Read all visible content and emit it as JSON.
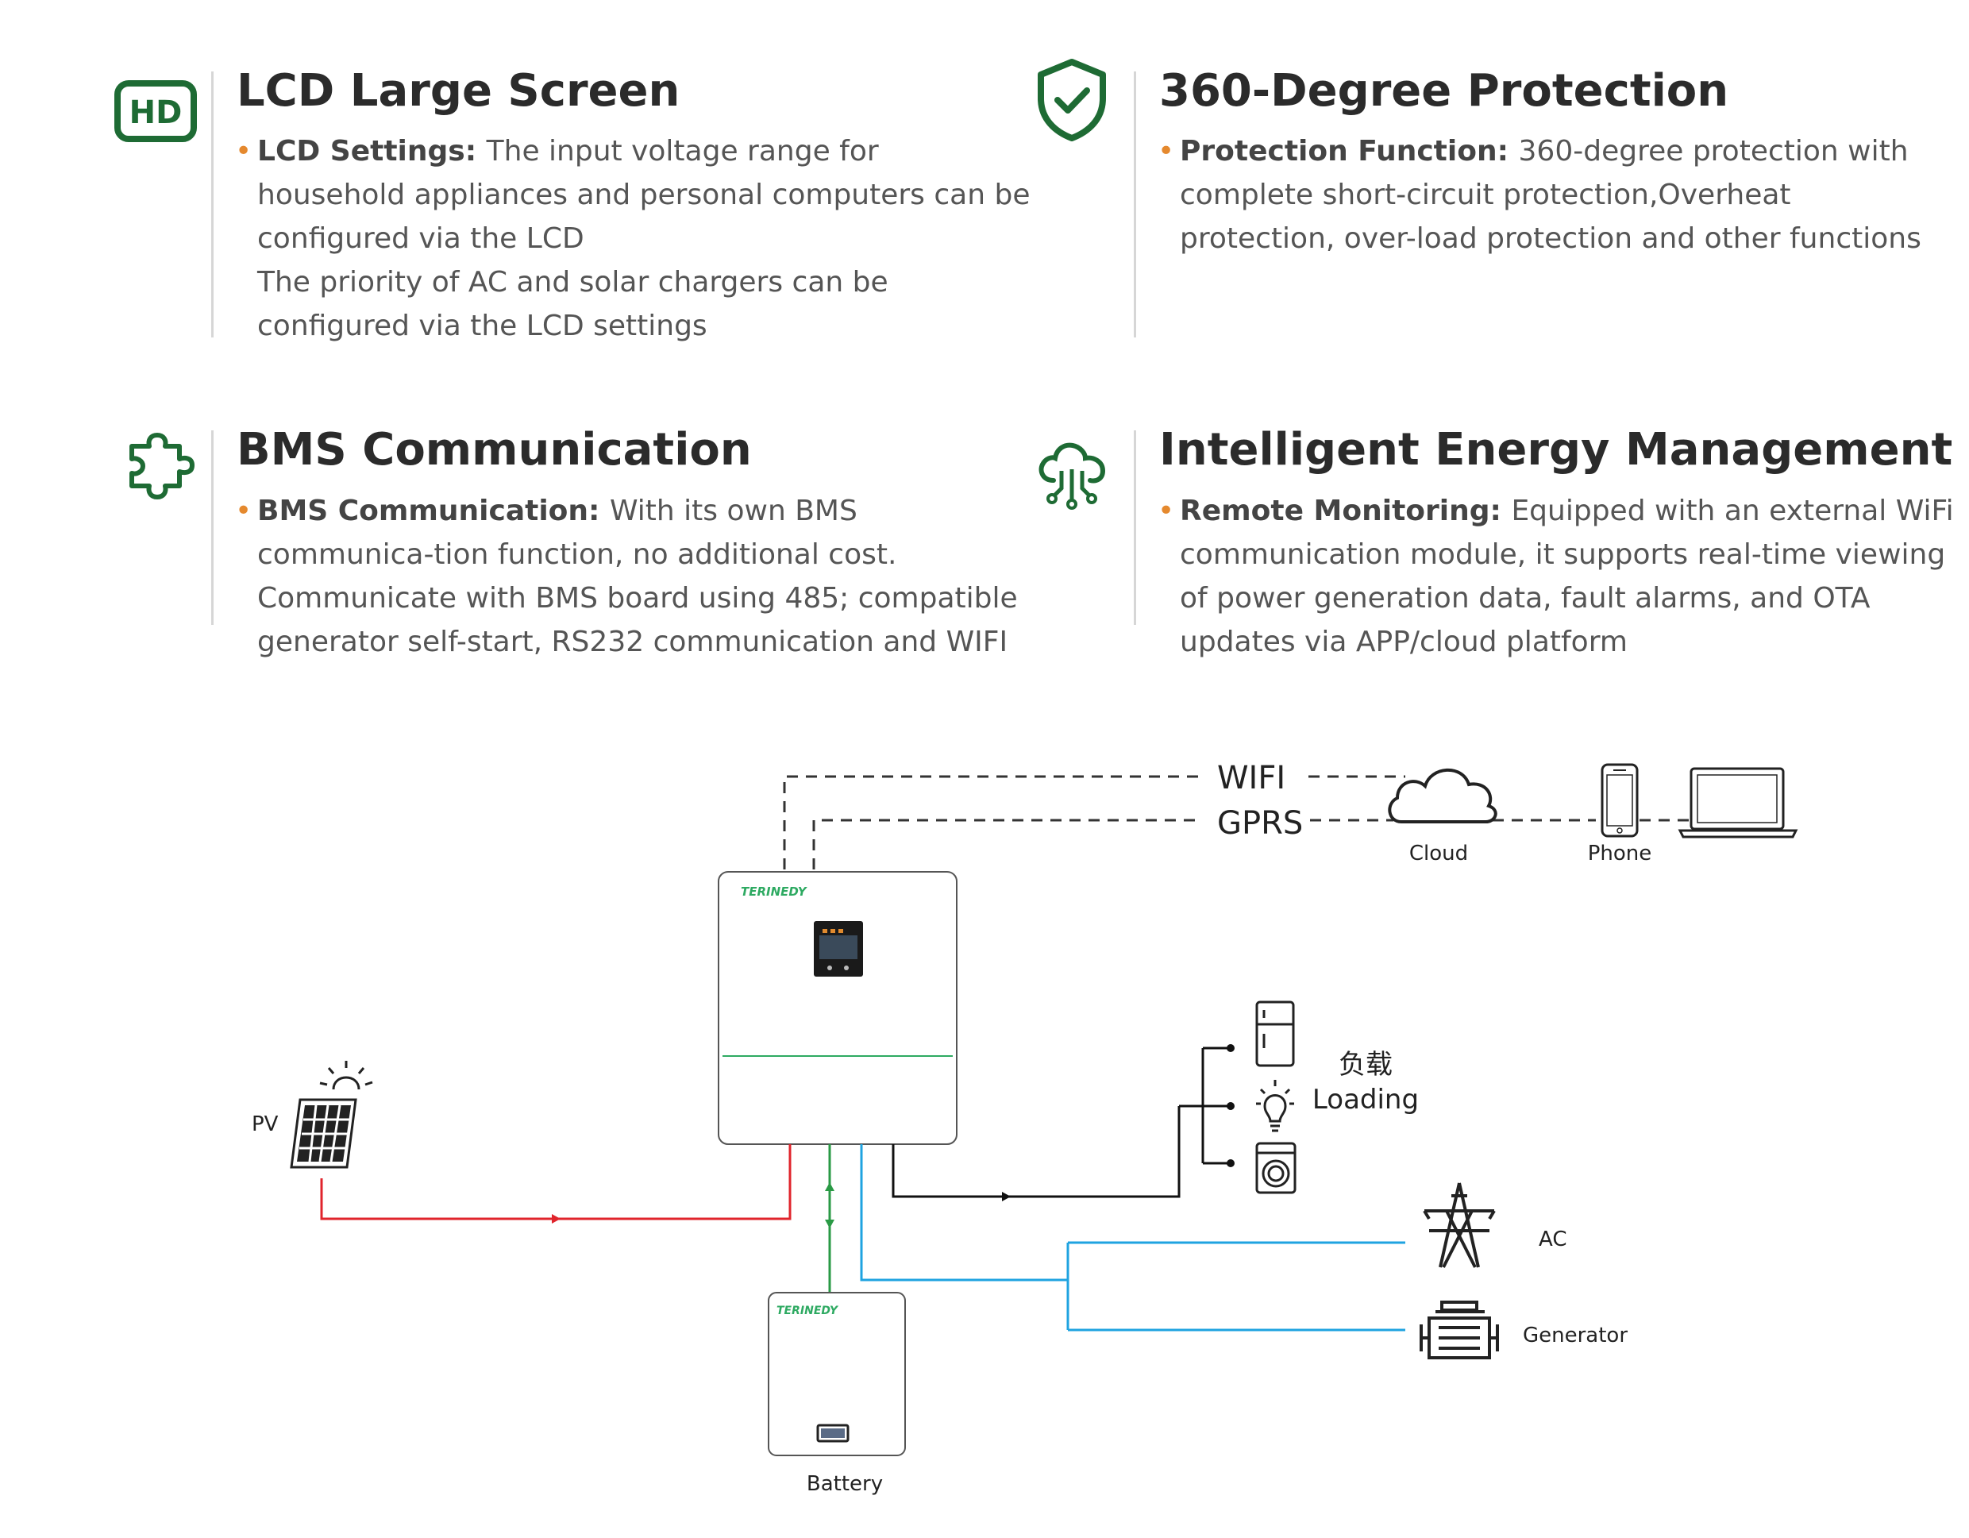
{
  "features": [
    {
      "title": "LCD Large Screen",
      "icon": "hd-icon",
      "bold": "LCD Settings: ",
      "text": "The input voltage range for household appliances and personal computers can be configured via the LCD",
      "text2": "The priority of AC and solar chargers can be configured via the LCD settings"
    },
    {
      "title": "360-Degree Protection",
      "icon": "shield-check-icon",
      "bold": "Protection Function: ",
      "text": "360-degree protection with complete short-circuit protection,Overheat protection, over-load protection and other functions"
    },
    {
      "title": "BMS Communication",
      "icon": "puzzle-icon",
      "bold": "BMS Communication: ",
      "text": "With its own BMS communica-tion function, no additional cost. Communicate with BMS board using 485; compatible generator self-start, RS232 communication and WIFI"
    },
    {
      "title": "Intelligent Energy Management",
      "icon": "cloud-circuit-icon",
      "bold": "Remote Monitoring: ",
      "text": "Equipped with an external WiFi communication module, it supports real-time viewing of power generation data, fault alarms, and OTA updates via APP/cloud platform"
    }
  ],
  "diagram": {
    "wifi": "WIFI",
    "gprs": "GPRS",
    "cloud": "Cloud",
    "phone": "Phone",
    "pv": "PV",
    "load_cn": "负载",
    "load_en": "Loading",
    "ac": "AC",
    "generator": "Generator",
    "battery": "Battery",
    "brand": "TERINEDY",
    "colors": {
      "pv_line": "#e0242c",
      "battery_line": "#2a9a45",
      "ac_line": "#1fa3e0",
      "load_line": "#111111",
      "brand": "#2eaa62",
      "icon_green": "#1e6b34"
    }
  }
}
